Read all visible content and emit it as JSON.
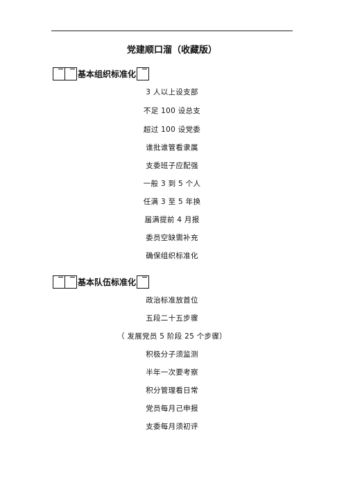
{
  "document": {
    "title": "党建顺口溜（收藏版）",
    "sections": [
      {
        "heading": "基本组织标准化",
        "lines": [
          "3 人以上设支部",
          "不足 100 设总支",
          "超过 100 设党委",
          "谁批谁管看隶属",
          "支委班子应配强",
          "一般 3 到 5 个人",
          "任满 3 至 5 年换",
          "届满提前 4 月报",
          "委员空缺需补充",
          "确保组织标准化"
        ]
      },
      {
        "heading": "基本队伍标准化",
        "lines": [
          "政治标准放首位",
          "五段二十五步骤",
          "（ 发展党员 5 阶段 25 个步骤）",
          "积极分子须监测",
          "半年一次要考察",
          "积分管理看日常",
          "党员每月己申报",
          "支委每月须初评"
        ]
      }
    ]
  }
}
